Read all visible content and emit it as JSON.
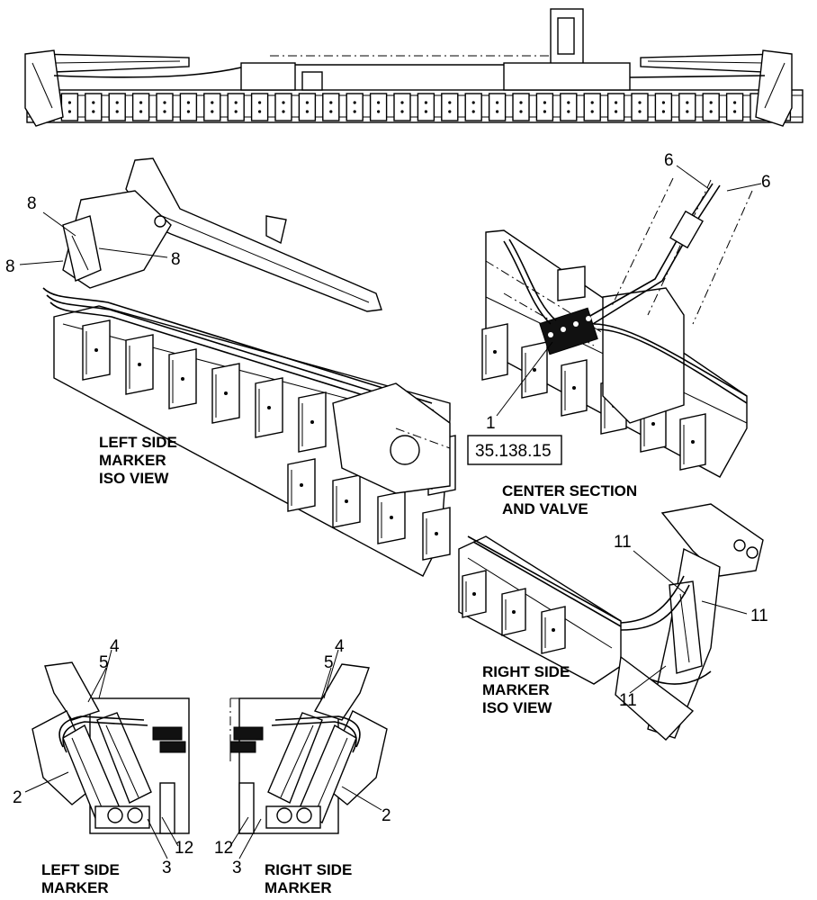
{
  "views": {
    "left_iso_caption": [
      "LEFT SIDE",
      "MARKER",
      "ISO VIEW"
    ],
    "center_caption": [
      "CENTER SECTION",
      "AND VALVE"
    ],
    "right_iso_caption": [
      "RIGHT SIDE",
      "MARKER",
      "ISO VIEW"
    ],
    "left_marker_caption": [
      "LEFT SIDE",
      "MARKER"
    ],
    "right_marker_caption": [
      "RIGHT SIDE",
      "MARKER"
    ]
  },
  "reference_box": "35.138.15",
  "callouts": {
    "c1": "1",
    "c2a": "2",
    "c2b": "2",
    "c3a": "3",
    "c3b": "3",
    "c4a": "4",
    "c4b": "4",
    "c5a": "5",
    "c5b": "5",
    "c6a": "6",
    "c6b": "6",
    "c8a": "8",
    "c8b": "8",
    "c8c": "8",
    "c11a": "11",
    "c11b": "11",
    "c11c": "11",
    "c12a": "12",
    "c12b": "12"
  }
}
